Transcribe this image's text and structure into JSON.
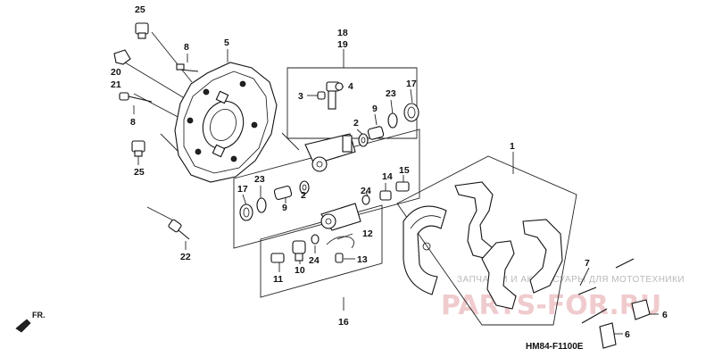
{
  "diagram_code": "HM84-F1100E",
  "direction_label": "FR.",
  "watermark": {
    "line1": "ЗАПЧАСТИ И АКСЕССУАРЫ ДЛЯ МОТОТЕХНИКИ",
    "line2": "PARTS-FOR.RU"
  },
  "callouts": {
    "c25a": "25",
    "c8a": "8",
    "c5": "5",
    "c20": "20",
    "c21": "21",
    "c8b": "8",
    "c25b": "25",
    "c18": "18",
    "c19": "19",
    "c4": "4",
    "c3": "3",
    "c23a": "23",
    "c17a": "17",
    "c9a": "9",
    "c2a": "2",
    "c1": "1",
    "c17b": "17",
    "c23b": "23",
    "c9b": "9",
    "c2b": "2",
    "c24a": "24",
    "c14": "14",
    "c15": "15",
    "c12": "12",
    "c22": "22",
    "c10": "10",
    "c24b": "24",
    "c13": "13",
    "c11": "11",
    "c16": "16",
    "c7": "7",
    "c6a": "6",
    "c6b": "6"
  }
}
